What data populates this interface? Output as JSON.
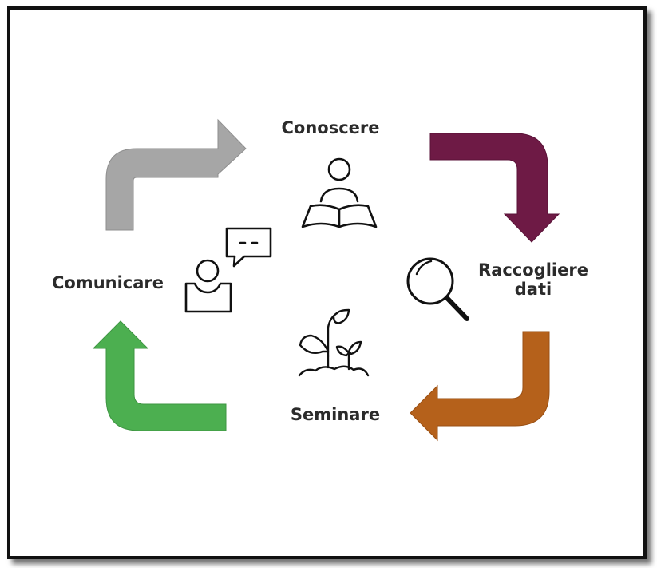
{
  "stages": {
    "conoscere": "Conoscere",
    "raccogliere": "Raccogliere\ndati",
    "seminare": "Seminare",
    "comunicare": "Comunicare"
  },
  "colors": {
    "arrow_top_left": "#a6a6a6",
    "arrow_top_right": "#6e1a45",
    "arrow_bottom_right": "#b5611b",
    "arrow_bottom_left": "#4caf50",
    "icon_stroke": "#111111"
  },
  "icons": [
    "reading-person-icon",
    "magnifier-icon",
    "sprout-icon",
    "person-speech-bubble-icon"
  ]
}
